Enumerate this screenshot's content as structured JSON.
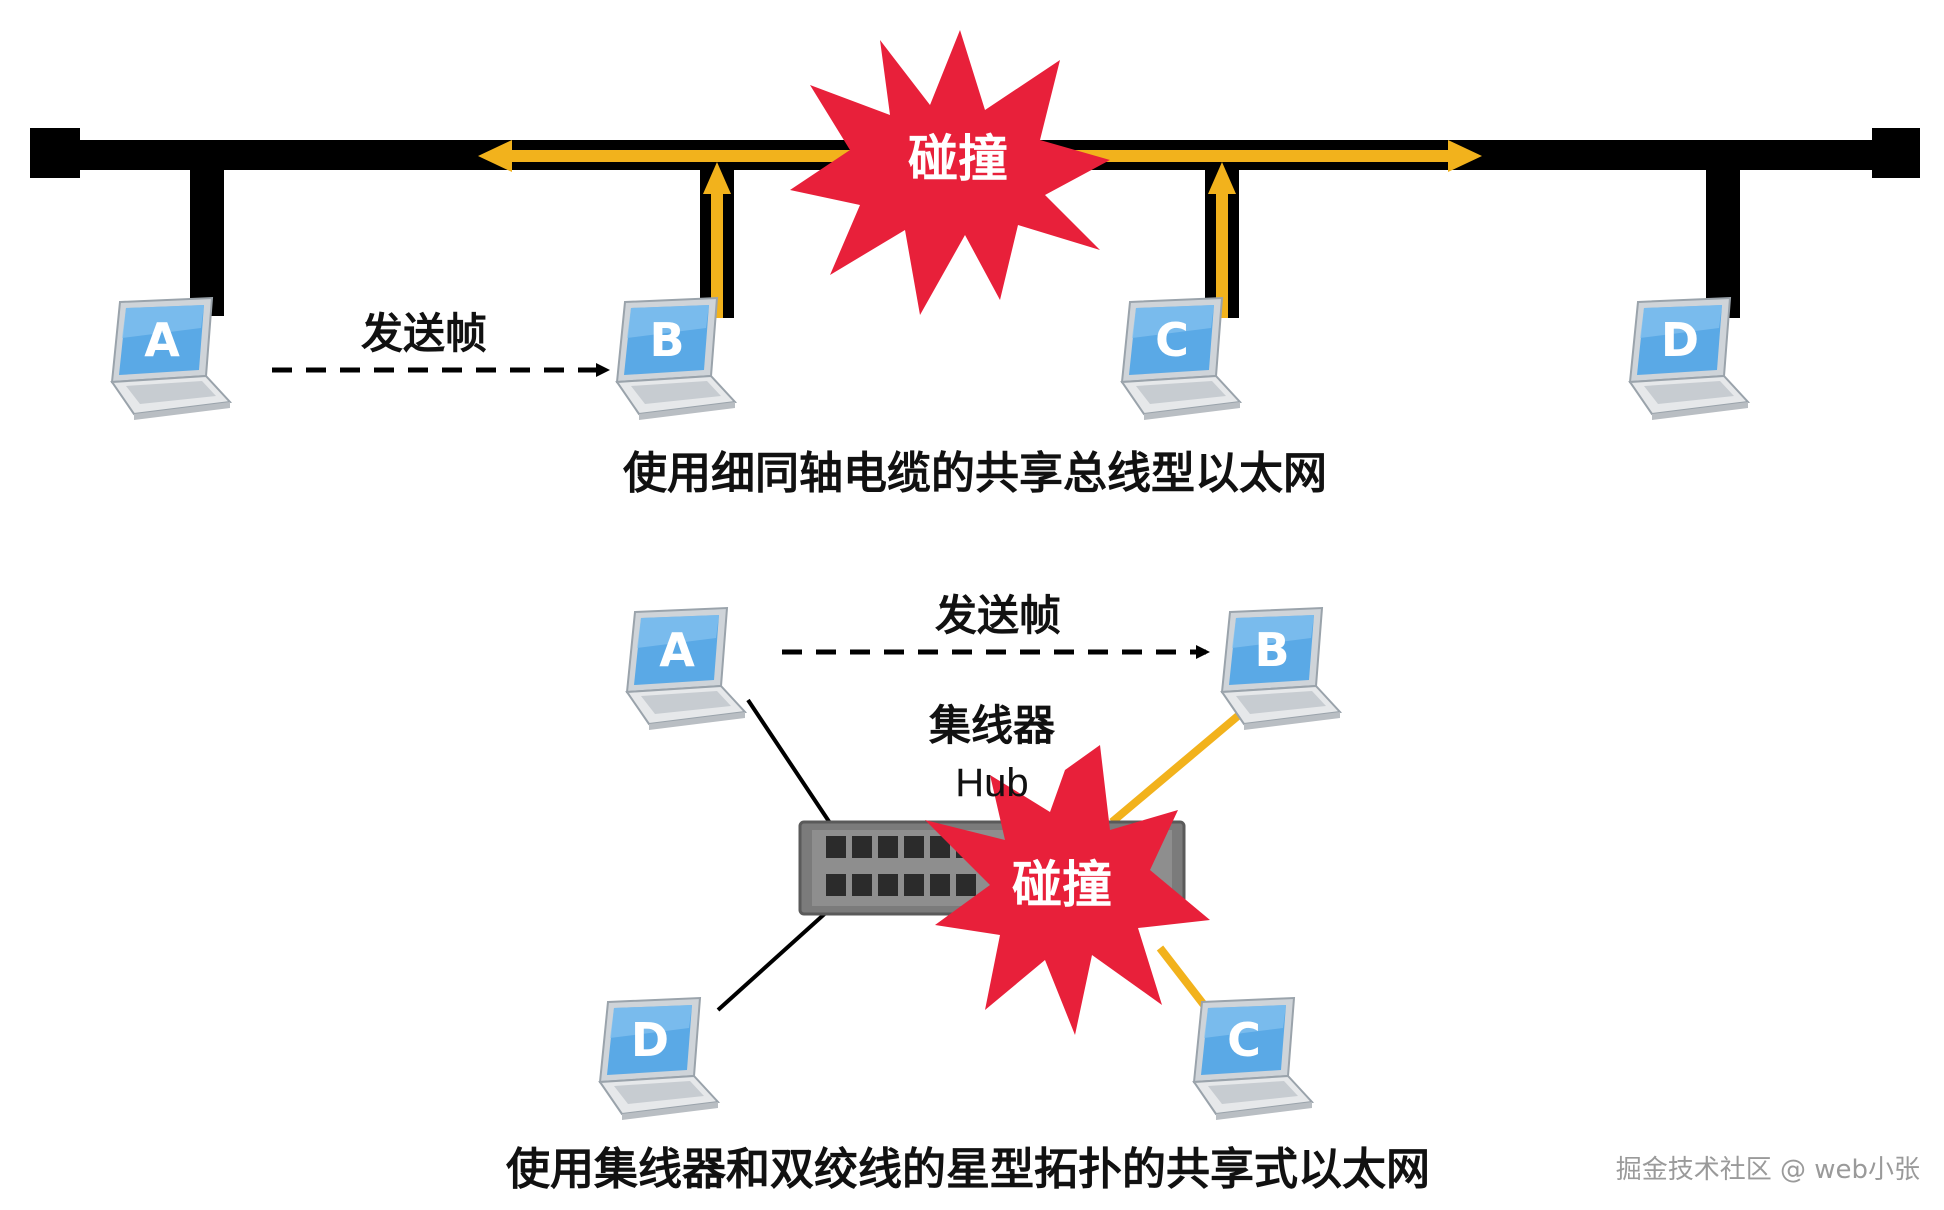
{
  "bus": {
    "send_label": "发送帧",
    "collision_label": "碰撞",
    "caption": "使用细同轴电缆的共享总线型以太网",
    "computers": [
      "A",
      "B",
      "C",
      "D"
    ]
  },
  "star": {
    "send_label": "发送帧",
    "hub_label_cn": "集线器",
    "hub_label_en": "Hub",
    "collision_label": "碰撞",
    "caption": "使用集线器和双绞线的星型拓扑的共享式以太网",
    "computers": [
      "A",
      "B",
      "C",
      "D"
    ]
  },
  "watermark": "掘金技术社区 @ web小张",
  "colors": {
    "cable": "#000000",
    "signal": "#f2b21c",
    "collision": "#e8203a",
    "screen": "#5aa9e6",
    "hub_body": "#7b7b7b"
  }
}
